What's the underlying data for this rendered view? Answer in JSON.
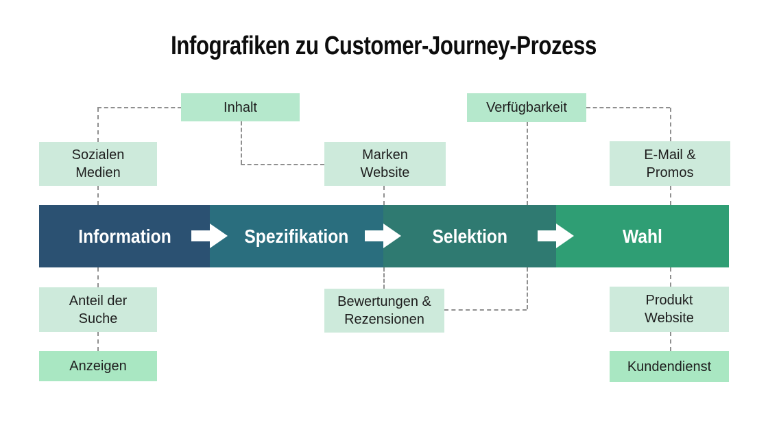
{
  "title": "Infografiken zu Customer-Journey-Prozess",
  "colors": {
    "background": "#ffffff",
    "title_text": "#0d0d0d",
    "stage_text": "#ffffff",
    "stage_information": "#2b5172",
    "stage_spezifikation": "#2a6e7e",
    "stage_selektion": "#2f7a71",
    "stage_wahl": "#2f9e74",
    "box_light": "#cdeadb",
    "box_medium": "#b5e8cc",
    "box_bright": "#a9e7c2",
    "connector": "#8f8f8f",
    "arrow": "#ffffff"
  },
  "stages": [
    {
      "label": "Information"
    },
    {
      "label": "Spezifikation"
    },
    {
      "label": "Selektion"
    },
    {
      "label": "Wahl"
    }
  ],
  "touchpoints": {
    "inhalt": {
      "label": "Inhalt"
    },
    "verfuegbarkeit": {
      "label": "Verfügbarkeit"
    },
    "sozialen": {
      "label": "Sozialen\nMedien"
    },
    "marken": {
      "label": "Marken\nWebsite"
    },
    "email": {
      "label": "E-Mail &\nPromos"
    },
    "anteil": {
      "label": "Anteil der\nSuche"
    },
    "bewertungen": {
      "label": "Bewertungen &\nRezensionen"
    },
    "produkt": {
      "label": "Produkt\nWebsite"
    },
    "anzeigen": {
      "label": "Anzeigen"
    },
    "kundendienst": {
      "label": "Kundendienst"
    }
  }
}
